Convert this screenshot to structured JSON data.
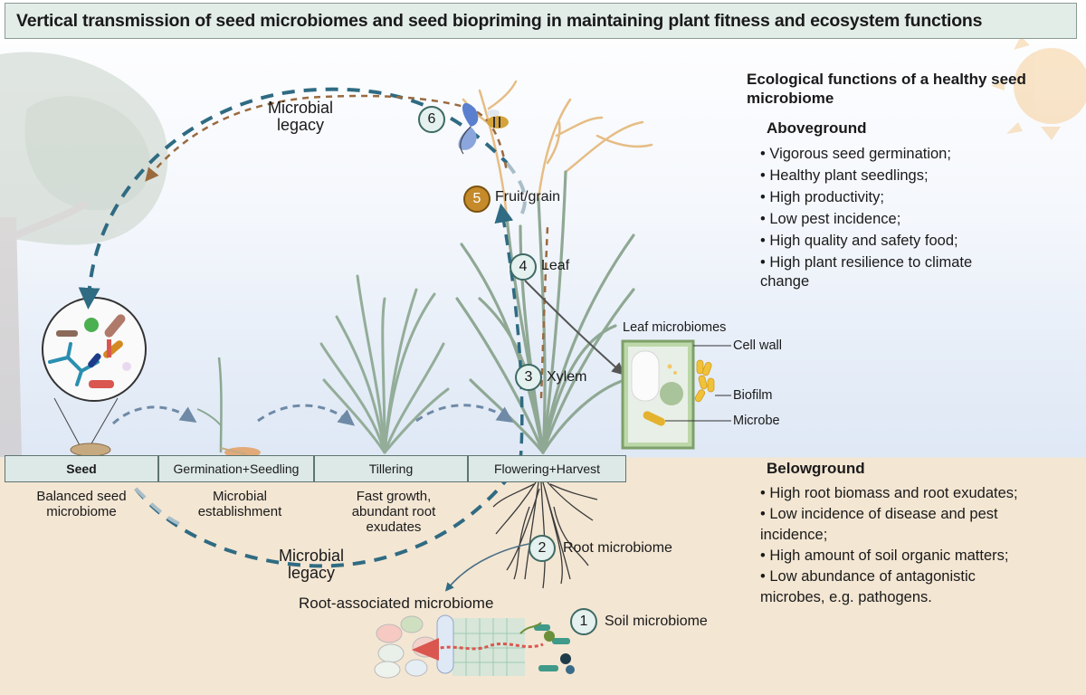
{
  "title": "Vertical transmission of seed microbiomes and seed biopriming in maintaining plant fitness and ecosystem functions",
  "stages": [
    {
      "label": "Seed",
      "description": "Balanced seed microbiome"
    },
    {
      "label": "Germination+Seedling",
      "description": "Microbial establishment"
    },
    {
      "label": "Tillering",
      "description": "Fast growth, abundant root exudates"
    },
    {
      "label": "Flowering+Harvest",
      "description": ""
    }
  ],
  "stage_desc_lines": {
    "seed": [
      "Balanced seed",
      "microbiome"
    ],
    "germination": [
      "Microbial",
      "establishment"
    ],
    "tillering": [
      "Fast growth,",
      "abundant root",
      "exudates"
    ]
  },
  "steps": [
    {
      "number": "1",
      "label": "Soil microbiome"
    },
    {
      "number": "2",
      "label": "Root microbiome"
    },
    {
      "number": "3",
      "label": "Xylem"
    },
    {
      "number": "4",
      "label": "Leaf"
    },
    {
      "number": "5",
      "label": "Fruit/grain"
    },
    {
      "number": "6",
      "label": ""
    }
  ],
  "microbial_legacy_top": [
    "Microbial",
    "legacy"
  ],
  "microbial_legacy_bottom": [
    "Microbial",
    "legacy"
  ],
  "root_associated_label": "Root-associated microbiome",
  "leaf_inset": {
    "title": "Leaf microbiomes",
    "cell_wall": "Cell wall",
    "biofilm": "Biofilm",
    "microbe": "Microbe"
  },
  "panel": {
    "heading_lines": [
      "Ecological functions of a healthy seed",
      "microbiome"
    ],
    "aboveground": {
      "heading": "Aboveground",
      "items": [
        "• Vigorous seed germination;",
        "• Healthy plant seedlings;",
        "• High productivity;",
        "• Low pest incidence;",
        "• High quality and safety food;",
        "• High plant resilience to climate",
        "change"
      ]
    },
    "belowground": {
      "heading": "Belowground",
      "items": [
        "• High root biomass and root exudates;",
        "• Low incidence of disease and pest",
        "incidence;",
        "• High amount of soil organic matters;",
        "• Low abundance of antagonistic",
        "microbes, e.g. pathogens."
      ]
    }
  },
  "colors": {
    "title_bg": "#e3ede8",
    "sky": "#e4ecf7",
    "soil": "#f3e6d3",
    "legacy_blue": "#2f6b82",
    "legacy_brown": "#9a6a3e",
    "gold": "#c58a2a"
  }
}
